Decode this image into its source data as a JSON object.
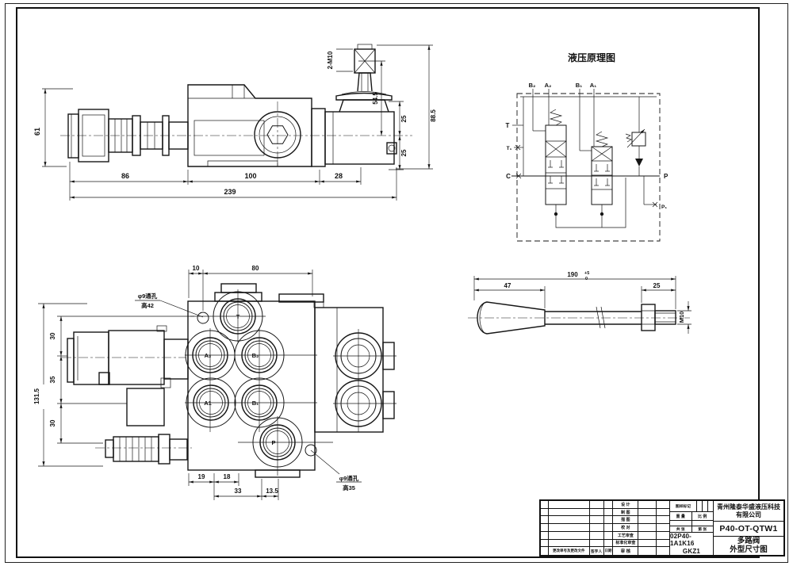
{
  "page": {
    "bg": "#ffffff",
    "ink": "#161616"
  },
  "side_view": {
    "dims": {
      "d61": "61",
      "d86": "86",
      "d100": "100",
      "d28": "28",
      "d239": "239",
      "d54_5": "54.5",
      "d25a": "25",
      "d25b": "25",
      "d88_5": "88.5"
    },
    "note_thread": "2-M10"
  },
  "schematic": {
    "title": "液压原理图",
    "ports": {
      "b2": "B₂",
      "a2": "A₂",
      "b1": "B₁",
      "a1": "A₁",
      "t": "T",
      "t1": "T₁",
      "c": "C",
      "p": "P",
      "p1": "P₁"
    }
  },
  "front_view": {
    "dims": {
      "d10": "10",
      "d80": "80",
      "d131_5": "131.5",
      "d30a": "30",
      "d35": "35",
      "d30b": "30",
      "d19": "19",
      "d18": "18",
      "d33": "33",
      "d13_5": "13.5"
    },
    "notes": {
      "hole_top_1": "φ9通孔",
      "hole_top_2": "高42",
      "hole_bot_1": "φ9通孔",
      "hole_bot_2": "高35"
    },
    "ports": {
      "t": "T",
      "a2": "A₂",
      "b2": "B₂",
      "a1": "A1",
      "b1": "B₁",
      "p": "P"
    }
  },
  "handle_view": {
    "dims": {
      "d190": "190",
      "tol_up": "+5",
      "tol_dn": "0",
      "d47": "47",
      "d25": "25"
    },
    "note_thread": "M10"
  },
  "title_block": {
    "company": "青州隆泰华盛液压科技有限公司",
    "drawing_no": "P40-OT-QTW1",
    "product_name_line1": "多路阀",
    "product_name_line2": "外型尺寸图",
    "model_line1": "02P40-1A1K16",
    "model_line2": "GKZ1",
    "mark_label": "图样标记",
    "weight_label": "重 量",
    "scale_label": "比 例",
    "sheet_total_label": "共 张",
    "sheet_no_label": "第 张",
    "row_labels": [
      "设 计",
      "制 图",
      "描 图",
      "校 对",
      "工艺审查",
      "标准化审查"
    ],
    "bottom_row": {
      "change": "更改单号及更改文件",
      "signer": "签字人",
      "date": "日期",
      "audit": "审 核"
    }
  }
}
